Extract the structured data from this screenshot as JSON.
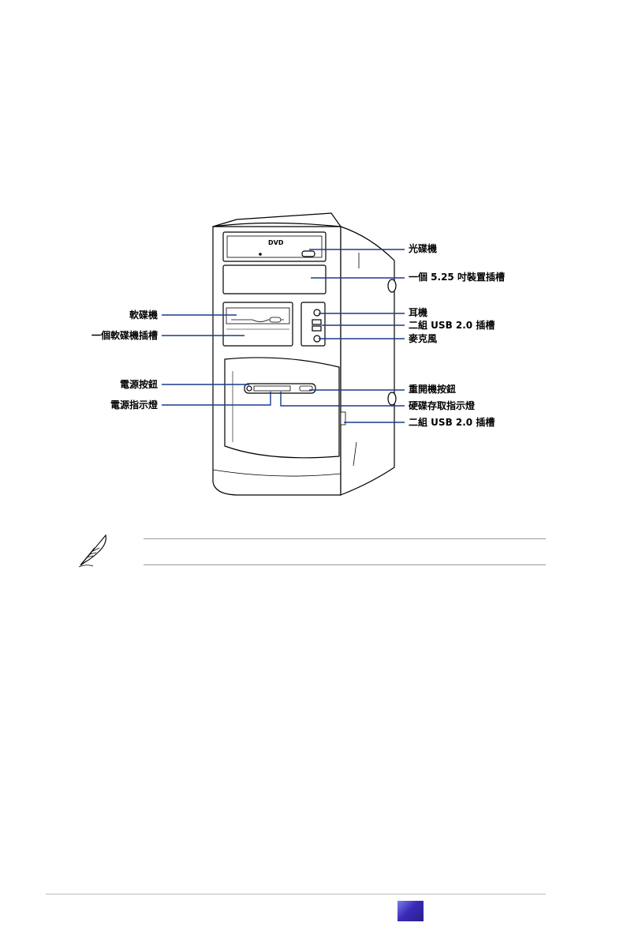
{
  "figure": {
    "callouts_right": {
      "optical_drive": "光碟機",
      "bay_525": "一個 5.25 吋裝置插槽",
      "headphone": "耳機",
      "usb_front_top": "二組 USB 2.0 插槽",
      "microphone": "麥克風",
      "reset_button": "重開機按鈕",
      "hdd_led": "硬碟存取指示燈",
      "usb_side": "二組 USB 2.0 插槽"
    },
    "callouts_left": {
      "floppy_drive": "軟碟機",
      "floppy_bay": "一個軟碟機插槽",
      "power_button": "電源按鈕",
      "power_led": "電源指示燈"
    },
    "dvd_logo": "DVD"
  },
  "note": {
    "icon": "feather-pen-icon"
  },
  "colors": {
    "callout_line": "#1a3a8c",
    "tab_accent": "#3a2cb8"
  }
}
